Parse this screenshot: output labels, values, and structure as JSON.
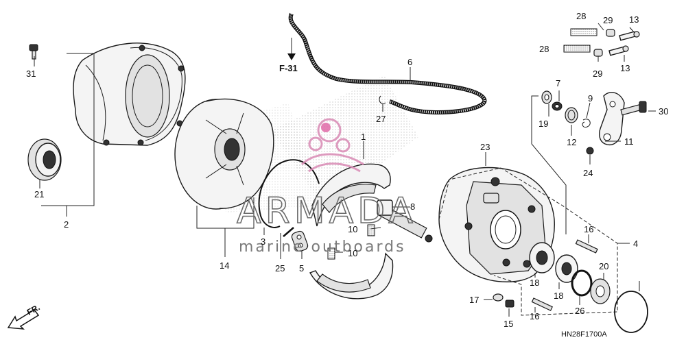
{
  "diagram": {
    "code": "HN28F1700A",
    "ref_label": "F-31",
    "front_label": "FR.",
    "watermark": {
      "brand": "ARMADA",
      "tagline": "marine outboards"
    },
    "callouts": [
      {
        "id": "c1",
        "text": "1"
      },
      {
        "id": "c2",
        "text": "2"
      },
      {
        "id": "c3",
        "text": "3"
      },
      {
        "id": "c4",
        "text": "4"
      },
      {
        "id": "c5",
        "text": "5"
      },
      {
        "id": "c6",
        "text": "6"
      },
      {
        "id": "c7",
        "text": "7"
      },
      {
        "id": "c8",
        "text": "8"
      },
      {
        "id": "c9",
        "text": "9"
      },
      {
        "id": "c10a",
        "text": "10"
      },
      {
        "id": "c10b",
        "text": "10"
      },
      {
        "id": "c11",
        "text": "11"
      },
      {
        "id": "c12",
        "text": "12"
      },
      {
        "id": "c13a",
        "text": "13"
      },
      {
        "id": "c13b",
        "text": "13"
      },
      {
        "id": "c14",
        "text": "14"
      },
      {
        "id": "c15",
        "text": "15"
      },
      {
        "id": "c16a",
        "text": "16"
      },
      {
        "id": "c16b",
        "text": "16"
      },
      {
        "id": "c17",
        "text": "17"
      },
      {
        "id": "c18a",
        "text": "18"
      },
      {
        "id": "c18b",
        "text": "18"
      },
      {
        "id": "c19",
        "text": "19"
      },
      {
        "id": "c20",
        "text": "20"
      },
      {
        "id": "c21",
        "text": "21"
      },
      {
        "id": "c23",
        "text": "23"
      },
      {
        "id": "c24",
        "text": "24"
      },
      {
        "id": "c25",
        "text": "25"
      },
      {
        "id": "c26",
        "text": "26"
      },
      {
        "id": "c27",
        "text": "27"
      },
      {
        "id": "c28a",
        "text": "28"
      },
      {
        "id": "c28b",
        "text": "28"
      },
      {
        "id": "c29a",
        "text": "29"
      },
      {
        "id": "c29b",
        "text": "29"
      },
      {
        "id": "c30",
        "text": "30"
      },
      {
        "id": "c31",
        "text": "31"
      }
    ]
  }
}
